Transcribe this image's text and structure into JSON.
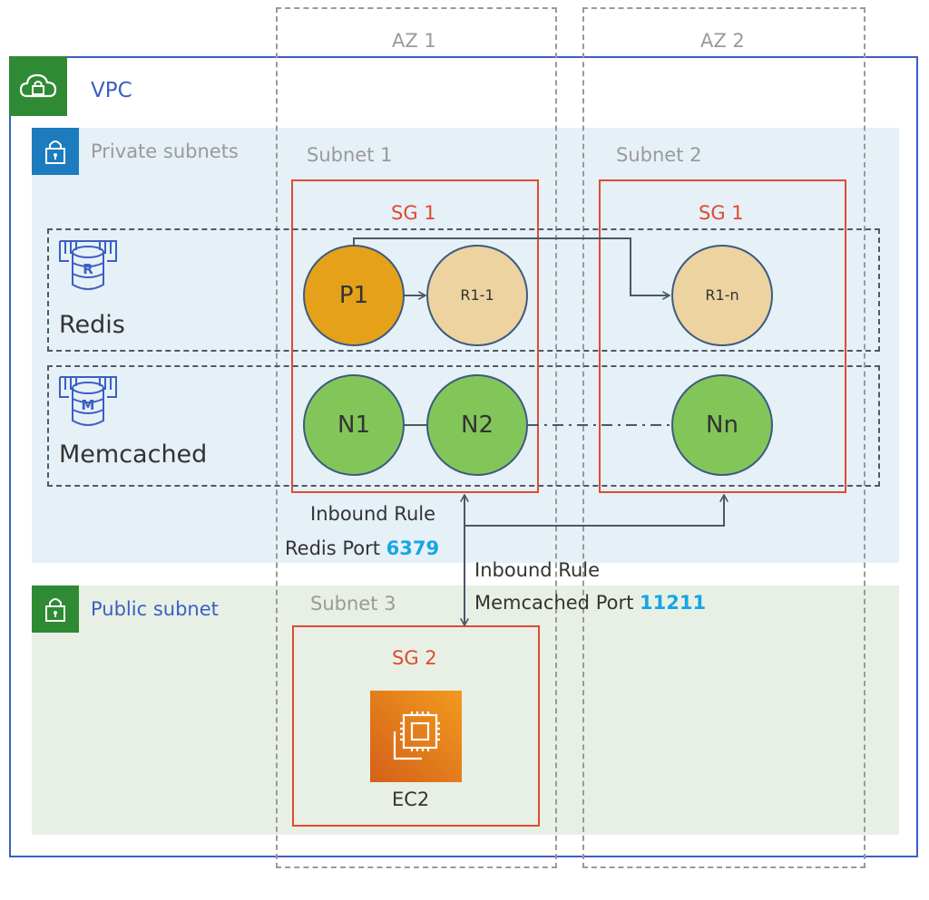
{
  "az": [
    "AZ 1",
    "AZ 2"
  ],
  "vpc": {
    "label": "VPC",
    "icon": "cloud-lock-icon"
  },
  "private_subnets": {
    "label": "Private subnets",
    "icon": "lock-icon"
  },
  "public_subnet": {
    "label": "Public subnet",
    "icon": "lock-icon"
  },
  "subnets": [
    "Subnet 1",
    "Subnet 2",
    "Subnet 3"
  ],
  "security_groups": {
    "sg1": "SG 1",
    "sg2": "SG 2"
  },
  "clusters": {
    "redis": "Redis",
    "memcached": "Memcached"
  },
  "nodes": {
    "p1": "P1",
    "r1_1": "R1-1",
    "r1_n": "R1-n",
    "n1": "N1",
    "n2": "N2",
    "nn": "Nn"
  },
  "inbound_redis": {
    "title": "Inbound Rule",
    "prefix": "Redis Port ",
    "port": "6379"
  },
  "inbound_memcached": {
    "title": "Inbound Rule",
    "prefix": "Memcached Port ",
    "port": "11211"
  },
  "ec2": {
    "label": "EC2",
    "icon": "ec2-chip-icon"
  },
  "colors": {
    "primary_node": "#e5a11a",
    "replica_node": "#ecd3a0",
    "memcached_node": "#82c65a",
    "security_group": "#dd4b32",
    "vpc_border": "#3b5fc4",
    "port_text": "#16a6e6",
    "private_bg": "#e6f0f7",
    "public_bg": "#e8f0e5",
    "icon_blue": "#1c7cbe",
    "icon_green": "#2e8a33"
  }
}
